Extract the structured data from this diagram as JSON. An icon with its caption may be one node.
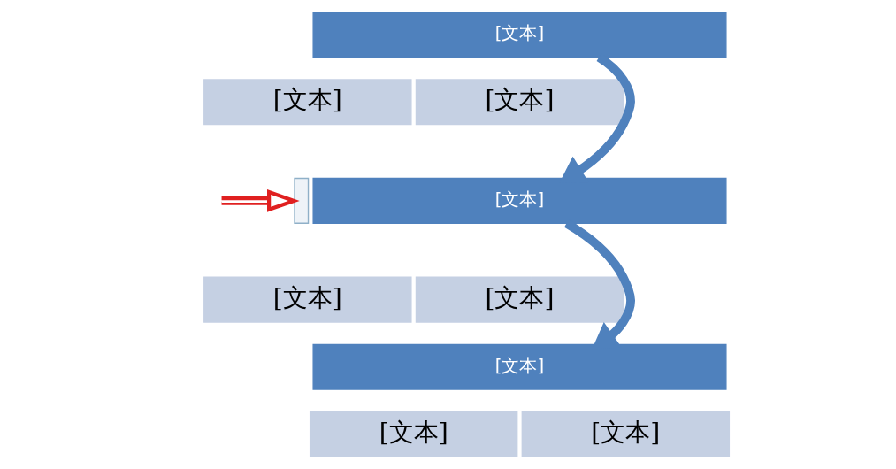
{
  "diagram": {
    "nodes": [
      {
        "text": [
          "[文本]"
        ]
      },
      {
        "text": [
          "[文本]"
        ]
      },
      {
        "text": [
          "[文本]"
        ]
      },
      {
        "text": [
          "[文本]"
        ]
      },
      {
        "text": [
          "[文本]"
        ]
      },
      {
        "text": [
          "[文本]"
        ]
      },
      {
        "text": [
          "[文本]"
        ]
      },
      {
        "text": [
          "[文本]"
        ]
      },
      {
        "text": [
          "[文本]"
        ]
      },
      {
        "text": [],
        "shape": "box"
      }
    ],
    "edges": [
      {
        "from": 0,
        "to": 3,
        "arrow": "to"
      },
      {
        "from": 3,
        "to": 6,
        "arrow": "to"
      },
      {
        "from": null,
        "to": 9,
        "arrow": "to",
        "color": "#e02020"
      }
    ]
  }
}
